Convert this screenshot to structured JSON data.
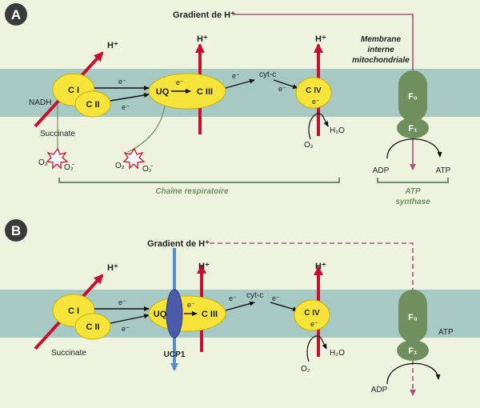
{
  "panels": [
    {
      "letter": "A",
      "gradient_label": "Gradient de H⁺",
      "membrane_label": [
        "Membrane",
        "interne",
        "mitochondriale"
      ],
      "complexes": {
        "c1": "C I",
        "c2": "C II",
        "uq": "UQ",
        "c3": "C III",
        "c4": "C IV"
      },
      "substrates": {
        "nadh": "NADH",
        "succinate": "Succinate"
      },
      "cytc": "cyt-c",
      "electron": "e⁻",
      "proton": "H⁺",
      "oxygen": "O₂",
      "water": "H₂O",
      "superoxide": "O₂̄",
      "atp_synthase": {
        "f0": "F₀",
        "f1": "F₁",
        "adp": "ADP",
        "atp": "ATP"
      },
      "chain_caption": "Chaîne respiratoire",
      "atp_caption": [
        "ATP",
        "synthase"
      ]
    },
    {
      "letter": "B",
      "gradient_label": "Gradient de H⁺",
      "complexes": {
        "c1": "C I",
        "c2": "C II",
        "uq": "UQ",
        "c3": "C III",
        "c4": "C IV"
      },
      "substrates": {
        "succinate": "Succinate"
      },
      "ucp": "UCP1",
      "cytc": "cyt-c",
      "electron": "e⁻",
      "proton": "H⁺",
      "oxygen": "O₂",
      "water": "H₂O",
      "atp_synthase": {
        "f0": "F₀",
        "f1": "F₁",
        "adp": "ADP",
        "atp": "ATP"
      }
    }
  ],
  "colors": {
    "background": "#eef3df",
    "membrane": "#a7c9c4",
    "complex": "#f6e43b",
    "complex_border": "#c9b400",
    "proton_arrow": "#c8102e",
    "synthase": "#6f8f5e",
    "gradient_line": "#a8557a",
    "caption": "#6f8f5e",
    "ucp": "#4b5aa8",
    "ucp_arrow": "#5a8ec8",
    "badge": "#3a3a3a"
  }
}
